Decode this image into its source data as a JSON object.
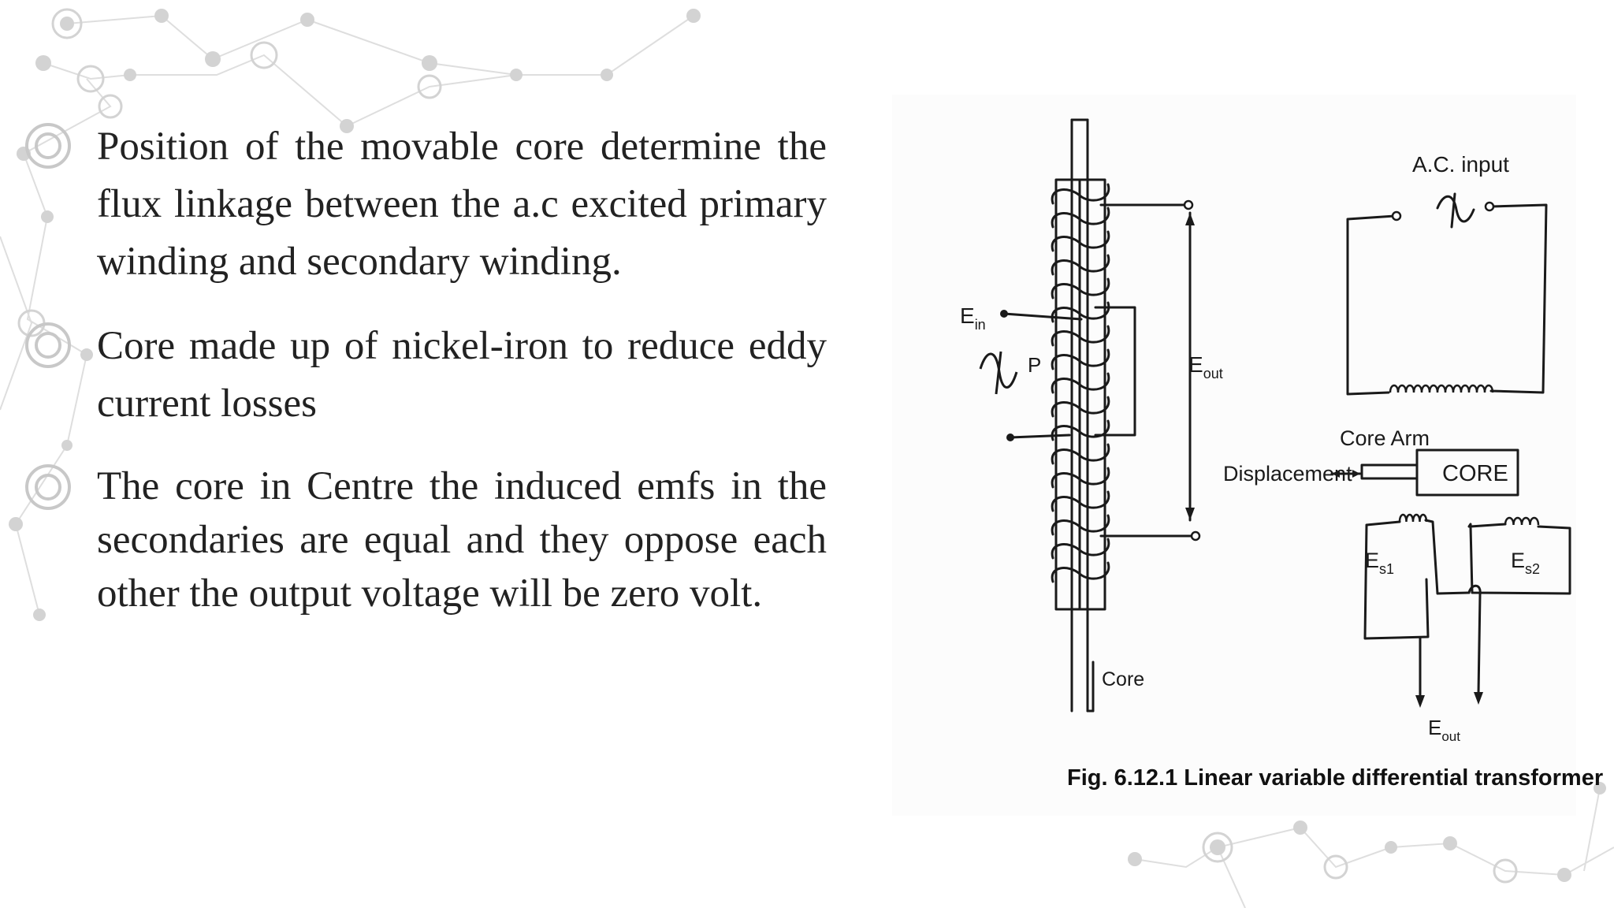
{
  "slide": {
    "bullets": [
      "Position of the movable core determine the flux linkage between the a.c excited primary winding and secondary winding.",
      "Core made up of nickel-iron to reduce eddy current losses",
      "The core in Centre the induced emfs in the secondaries are equal and they oppose each other the output voltage will be zero volt."
    ]
  },
  "figure": {
    "caption": "Fig. 6.12.1 Linear variable differential transformer",
    "labels": {
      "ac_input": "A.C. input",
      "e_in": "E",
      "e_in_sub": "in",
      "primary": "P",
      "e_out_main": "E",
      "e_out_main_sub": "out",
      "core_arm": "Core Arm",
      "displacement": "Displacement",
      "core_box": "CORE",
      "es1": "E",
      "es1_sub": "s1",
      "es2": "E",
      "es2_sub": "s2",
      "core": "Core",
      "e_out_right": "E",
      "e_out_right_sub": "out"
    }
  },
  "colors": {
    "text": "#222222",
    "line": "#1a1a1a",
    "decoration": "#d8d8d8"
  }
}
